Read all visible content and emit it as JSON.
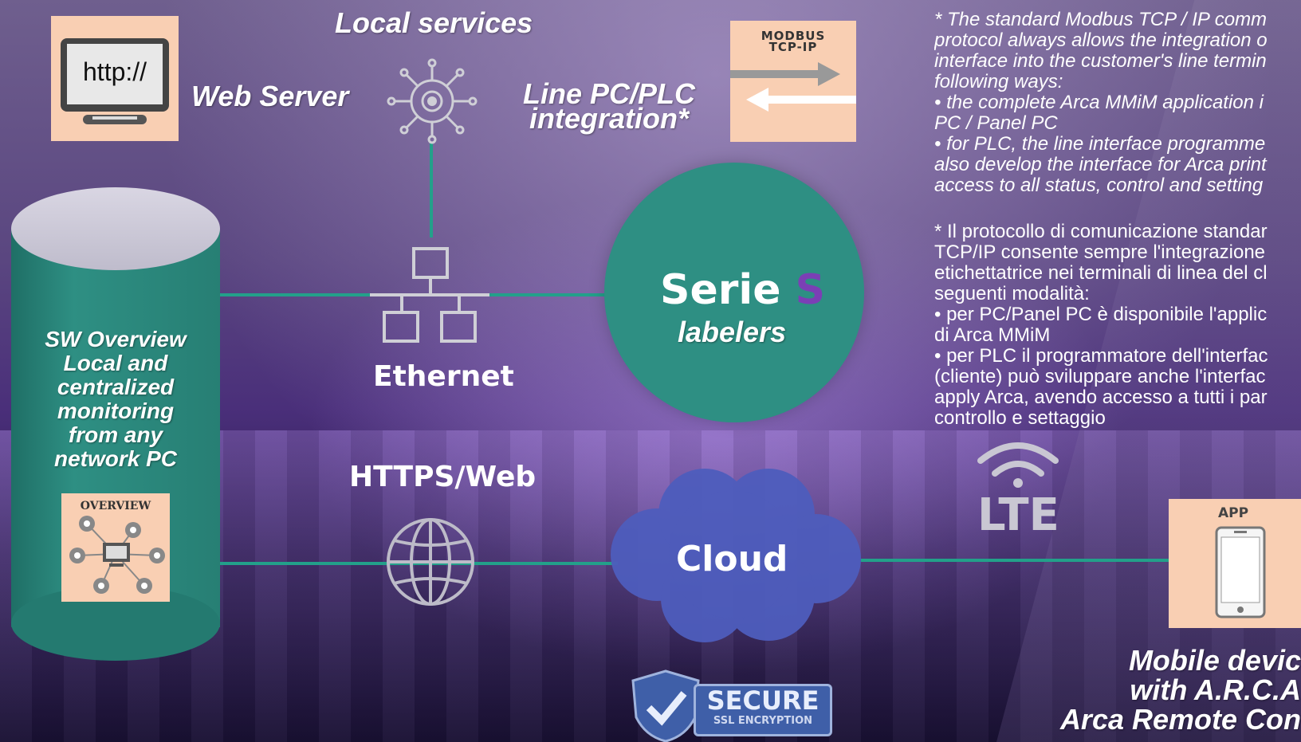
{
  "header": {
    "title": "Local services"
  },
  "web_server": {
    "label": "Web Server",
    "screen_text": "http://"
  },
  "plc": {
    "label_line1": "Line PC/PLC",
    "label_line2": "integration*",
    "modbus_line1": "MODBUS",
    "modbus_line2": "TCP-IP"
  },
  "ethernet": {
    "label": "Ethernet"
  },
  "serie": {
    "word": "Serie",
    "letter": "S",
    "sub": "labelers"
  },
  "overview": {
    "lines": [
      "SW Overview",
      "Local and",
      "centralized",
      "monitoring",
      "from any",
      "network PC"
    ],
    "box_label": "OVERVIEW"
  },
  "https": {
    "label": "HTTPS/Web"
  },
  "cloud": {
    "label": "Cloud"
  },
  "lte": {
    "label": "LTE"
  },
  "app": {
    "label": "APP"
  },
  "mobile": {
    "line1": "Mobile devic",
    "line2": "with A.R.C.A",
    "line3": "Arca Remote Con"
  },
  "secure": {
    "label": "SECURE",
    "sub": "SSL ENCRYPTION"
  },
  "notes_en": {
    "p1": "* The standard Modbus TCP / IP comm",
    "p2": "protocol always allows the integration o",
    "p3": "interface into the customer's line termin",
    "p4": "following ways:",
    "p5": "• the complete Arca MMiM application i",
    "p6": "PC / Panel PC",
    "p7": "• for PLC, the line interface programme",
    "p8": "also develop the interface for Arca print",
    "p9": "access to all status, control and setting"
  },
  "notes_it": {
    "p1": "* Il protocollo di comunicazione standar",
    "p2": "TCP/IP consente sempre l'integrazione",
    "p3": "etichettatrice nei terminali di linea del cl",
    "p4": "seguenti modalità:",
    "p5": "• per PC/Panel PC è disponibile l'applic",
    "p6": "di Arca MMiM",
    "p7": "• per PLC il programmatore dell'interfac",
    "p8": "(cliente) può sviluppare anche l'interfac",
    "p9": "apply Arca, avendo accesso a tutti i par",
    "p10": "controllo e settaggio"
  },
  "colors": {
    "teal": "#2e8f83",
    "line": "#23a08a",
    "peach": "#f9cfb3",
    "purple": "#7b3fb5"
  }
}
